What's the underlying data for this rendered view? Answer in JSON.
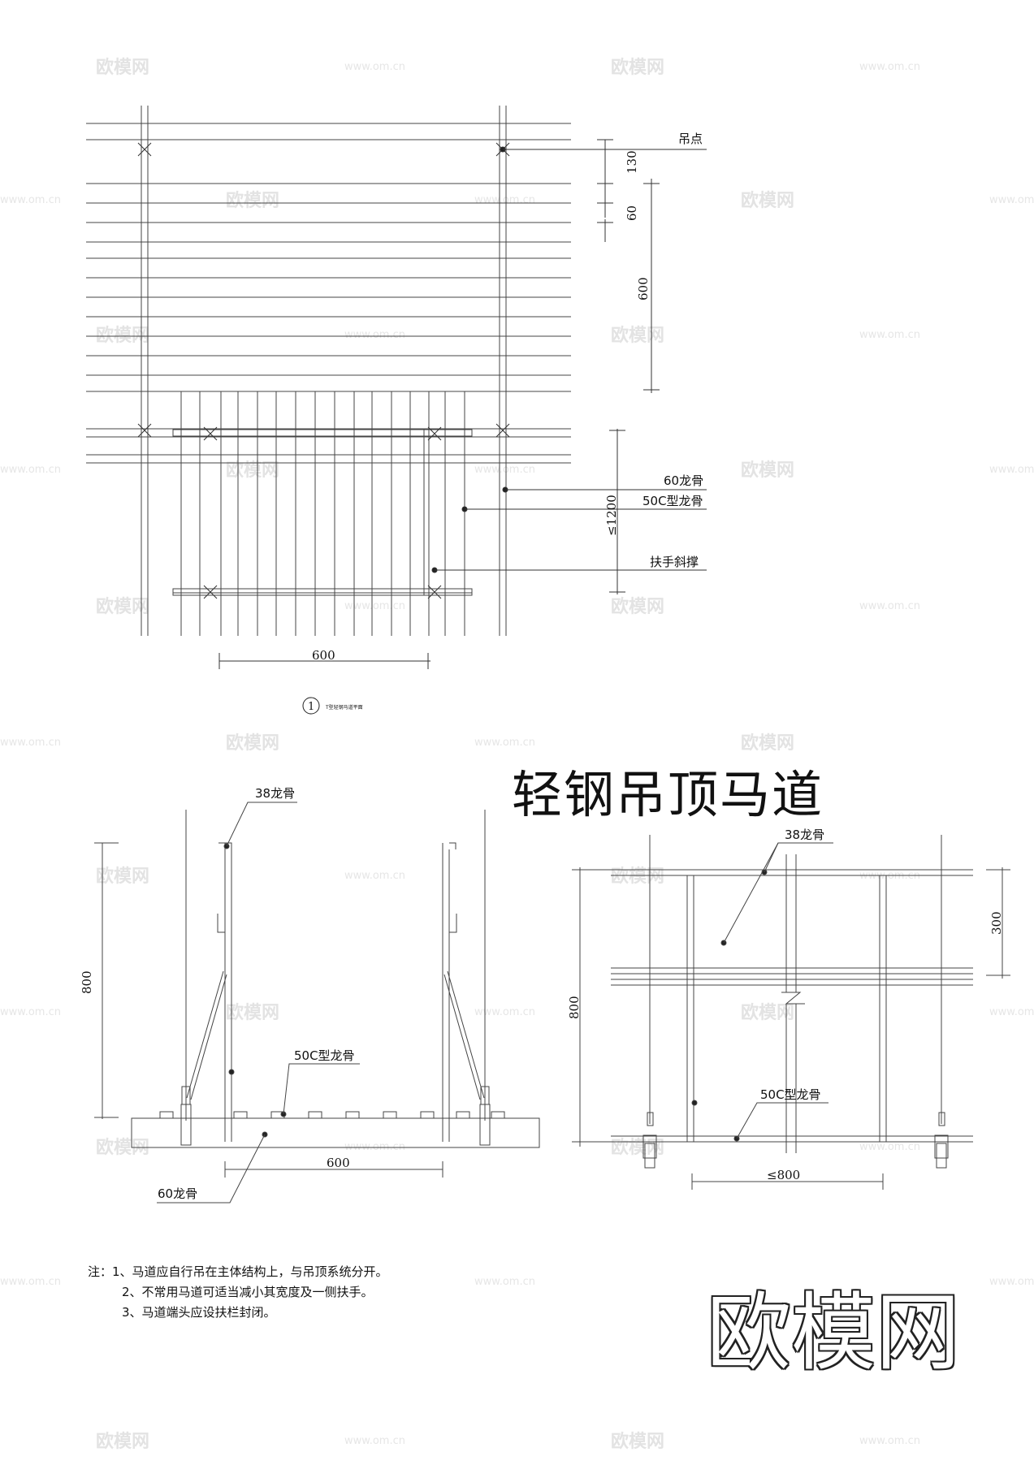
{
  "title": "轻钢吊顶马道",
  "plan": {
    "label_hanger": "吊点",
    "label_60": "60龙骨",
    "label_50c": "50C型龙骨",
    "label_brace": "扶手斜撑",
    "dim_130": "130",
    "dim_60": "60",
    "dim_600_v": "600",
    "dim_1200": "≤1200",
    "dim_600_h": "600",
    "caption_no": "1",
    "caption_text": "T型轻钢马道平面"
  },
  "section_a": {
    "label_38": "38龙骨",
    "label_50c": "50C型龙骨",
    "label_60": "60龙骨",
    "dim_800": "800",
    "dim_600": "600"
  },
  "section_b": {
    "label_38": "38龙骨",
    "label_50c": "50C型龙骨",
    "dim_800": "800",
    "dim_300": "300",
    "dim_800_w": "≤800"
  },
  "notes": [
    "注：1、马道应自行吊在主体结构上，与吊顶系统分开。",
    "2、不常用马道可适当减小其宽度及一侧扶手。",
    "3、马道端头应设扶栏封闭。"
  ],
  "watermark": {
    "brand": "欧模网",
    "url": "www.om.cn"
  }
}
